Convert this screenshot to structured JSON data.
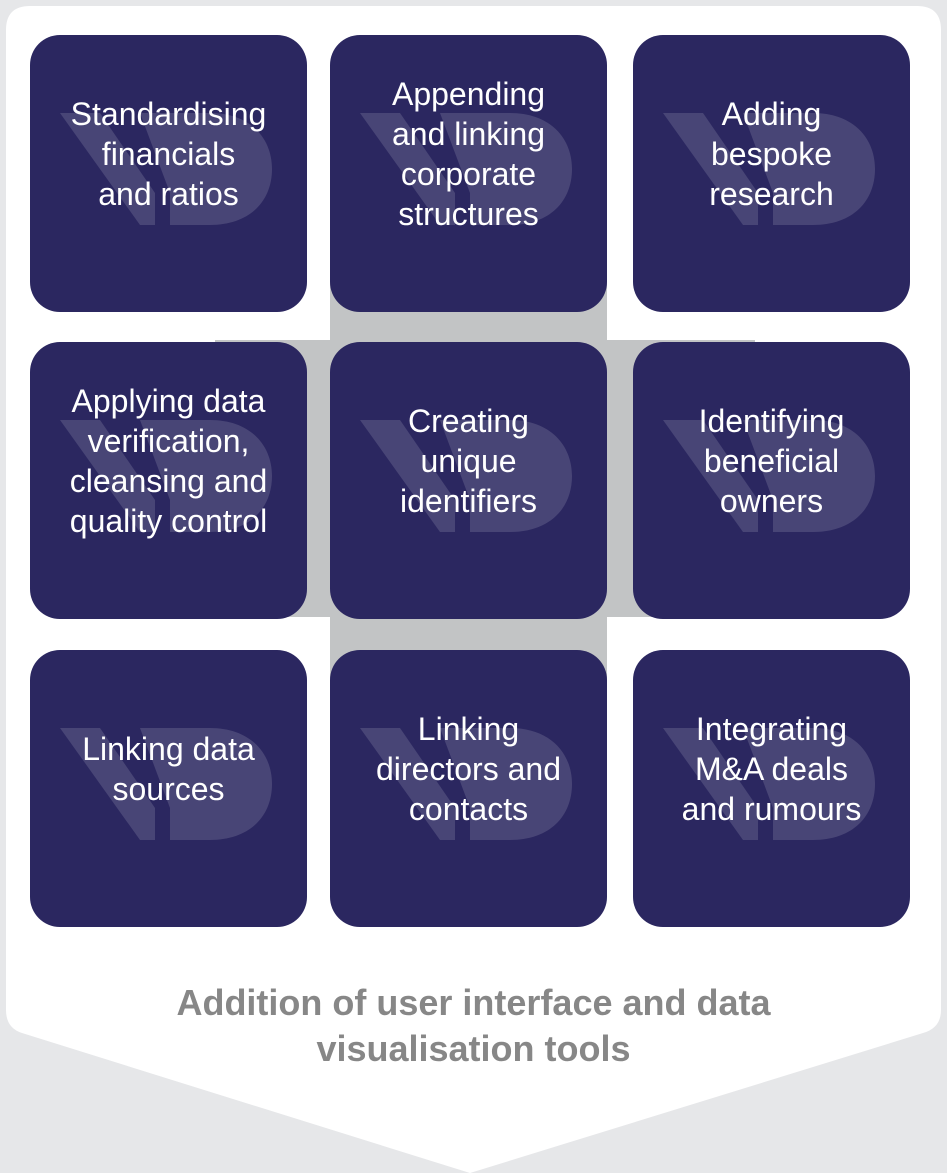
{
  "diagram": {
    "colors": {
      "page_background": "#e6e7e9",
      "arrow_fill": "#ffffff",
      "tile_fill": "#2b2760",
      "tile_text": "#ffffff",
      "connector": "#c2c4c5",
      "caption_text": "#878787",
      "logo_watermark": "#ffffff"
    },
    "logo_icon": "vd-watermark-icon",
    "tiles": [
      {
        "label": "Standardising\nfinancials\nand ratios"
      },
      {
        "label": "Appending\nand linking\ncorporate\nstructures"
      },
      {
        "label": "Adding\nbespoke\nresearch"
      },
      {
        "label": "Applying data\nverification,\ncleansing and\nquality control"
      },
      {
        "label": "Creating\nunique\nidentifiers"
      },
      {
        "label": "Identifying\nbeneficial\nowners"
      },
      {
        "label": "Linking data\nsources"
      },
      {
        "label": "Linking\ndirectors and\ncontacts"
      },
      {
        "label": "Integrating\nM&A deals\nand rumours"
      }
    ],
    "caption": "Addition of user interface and data\nvisualisation tools"
  }
}
